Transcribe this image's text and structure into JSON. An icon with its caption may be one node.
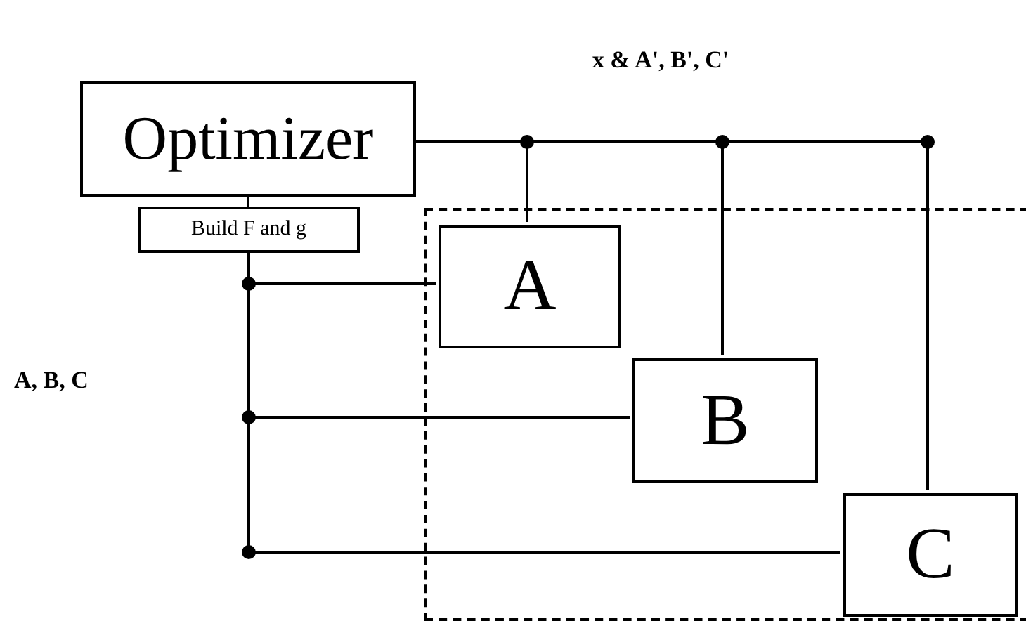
{
  "diagram": {
    "nodes": [
      {
        "text": [
          "Optimizer"
        ]
      },
      {
        "text": [
          "Build F and g"
        ]
      },
      {
        "text": [],
        "shape": "box"
      },
      {
        "text": [
          "A"
        ],
        "in": 2
      },
      {
        "text": [
          "B"
        ],
        "in": 2
      },
      {
        "text": [
          "C"
        ],
        "in": 2
      }
    ],
    "edges": [
      {
        "from": 0,
        "to": 1,
        "arrow": "none"
      },
      {
        "from": 0,
        "to": 3,
        "arrow": "none"
      },
      {
        "from": 0,
        "to": 4,
        "arrow": "none"
      },
      {
        "from": 0,
        "to": 5,
        "arrow": "none"
      },
      {
        "from": 1,
        "to": 3,
        "arrow": "none"
      },
      {
        "from": 1,
        "to": 4,
        "arrow": "none"
      },
      {
        "from": 1,
        "to": 5,
        "arrow": "none"
      }
    ],
    "labels": [
      "x & A', B', C'",
      "A, B, C"
    ]
  }
}
